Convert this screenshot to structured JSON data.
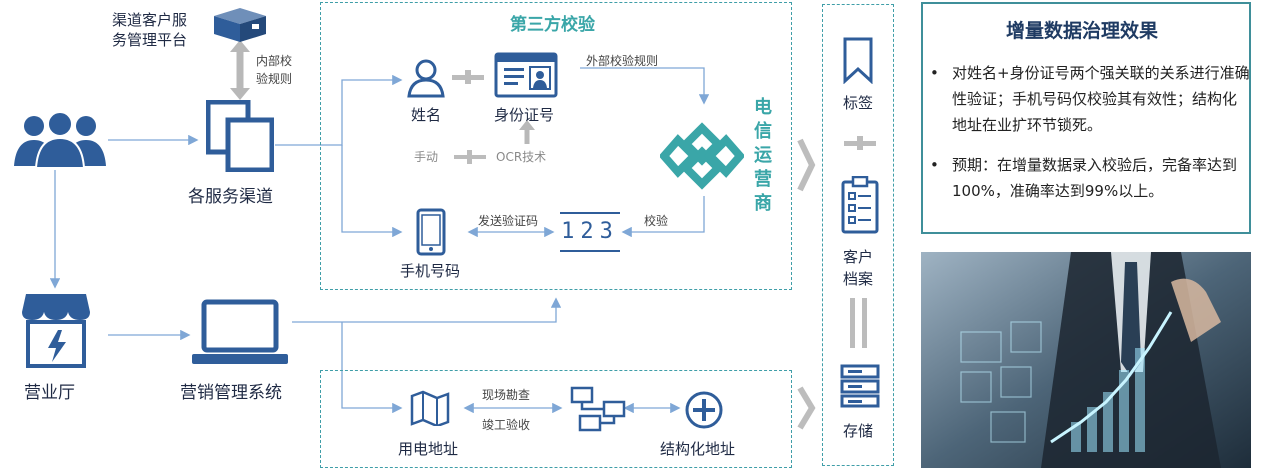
{
  "labels": {
    "channel_platform": [
      "渠道客户服",
      "务管理平台"
    ],
    "internal_rules": [
      "内部校",
      "验规则"
    ],
    "service_channels": "各服务渠道",
    "business_hall": "营业厅",
    "marketing_system": "营销管理系统",
    "third_party": "第三方校验",
    "name": "姓名",
    "id_number": "身份证号",
    "external_rules": "外部校验规则",
    "manual": "手动",
    "ocr": "OCR技术",
    "telecom": [
      "电",
      "信",
      "运",
      "营",
      "商"
    ],
    "send_code": "发送验证码",
    "verify": "校验",
    "phone": "手机号码",
    "code_digits": "123",
    "site_survey": "现场勘查",
    "completion_check": "竣工验收",
    "power_address": "用电地址",
    "structured_address": "结构化地址",
    "tag": "标签",
    "customer_file": [
      "客户",
      "档案"
    ],
    "storage": "存储"
  },
  "panel": {
    "title": "增量数据治理效果",
    "bullets": [
      "对姓名+身份证号两个强关联的关系进行准确性验证；手机号码仅校验其有效性；结构化地址在业扩环节锁死。",
      "预期：在增量数据录入校验后，完备率达到100%，准确率达到99%以上。"
    ],
    "bullet_char": "•"
  },
  "colors": {
    "icon_blue": "#2f5d9a",
    "teal": "#3aa6a8",
    "arrow_blue": "#7fa7d6",
    "gray": "#b5b5b5",
    "panel_border": "#3f8f9a"
  }
}
